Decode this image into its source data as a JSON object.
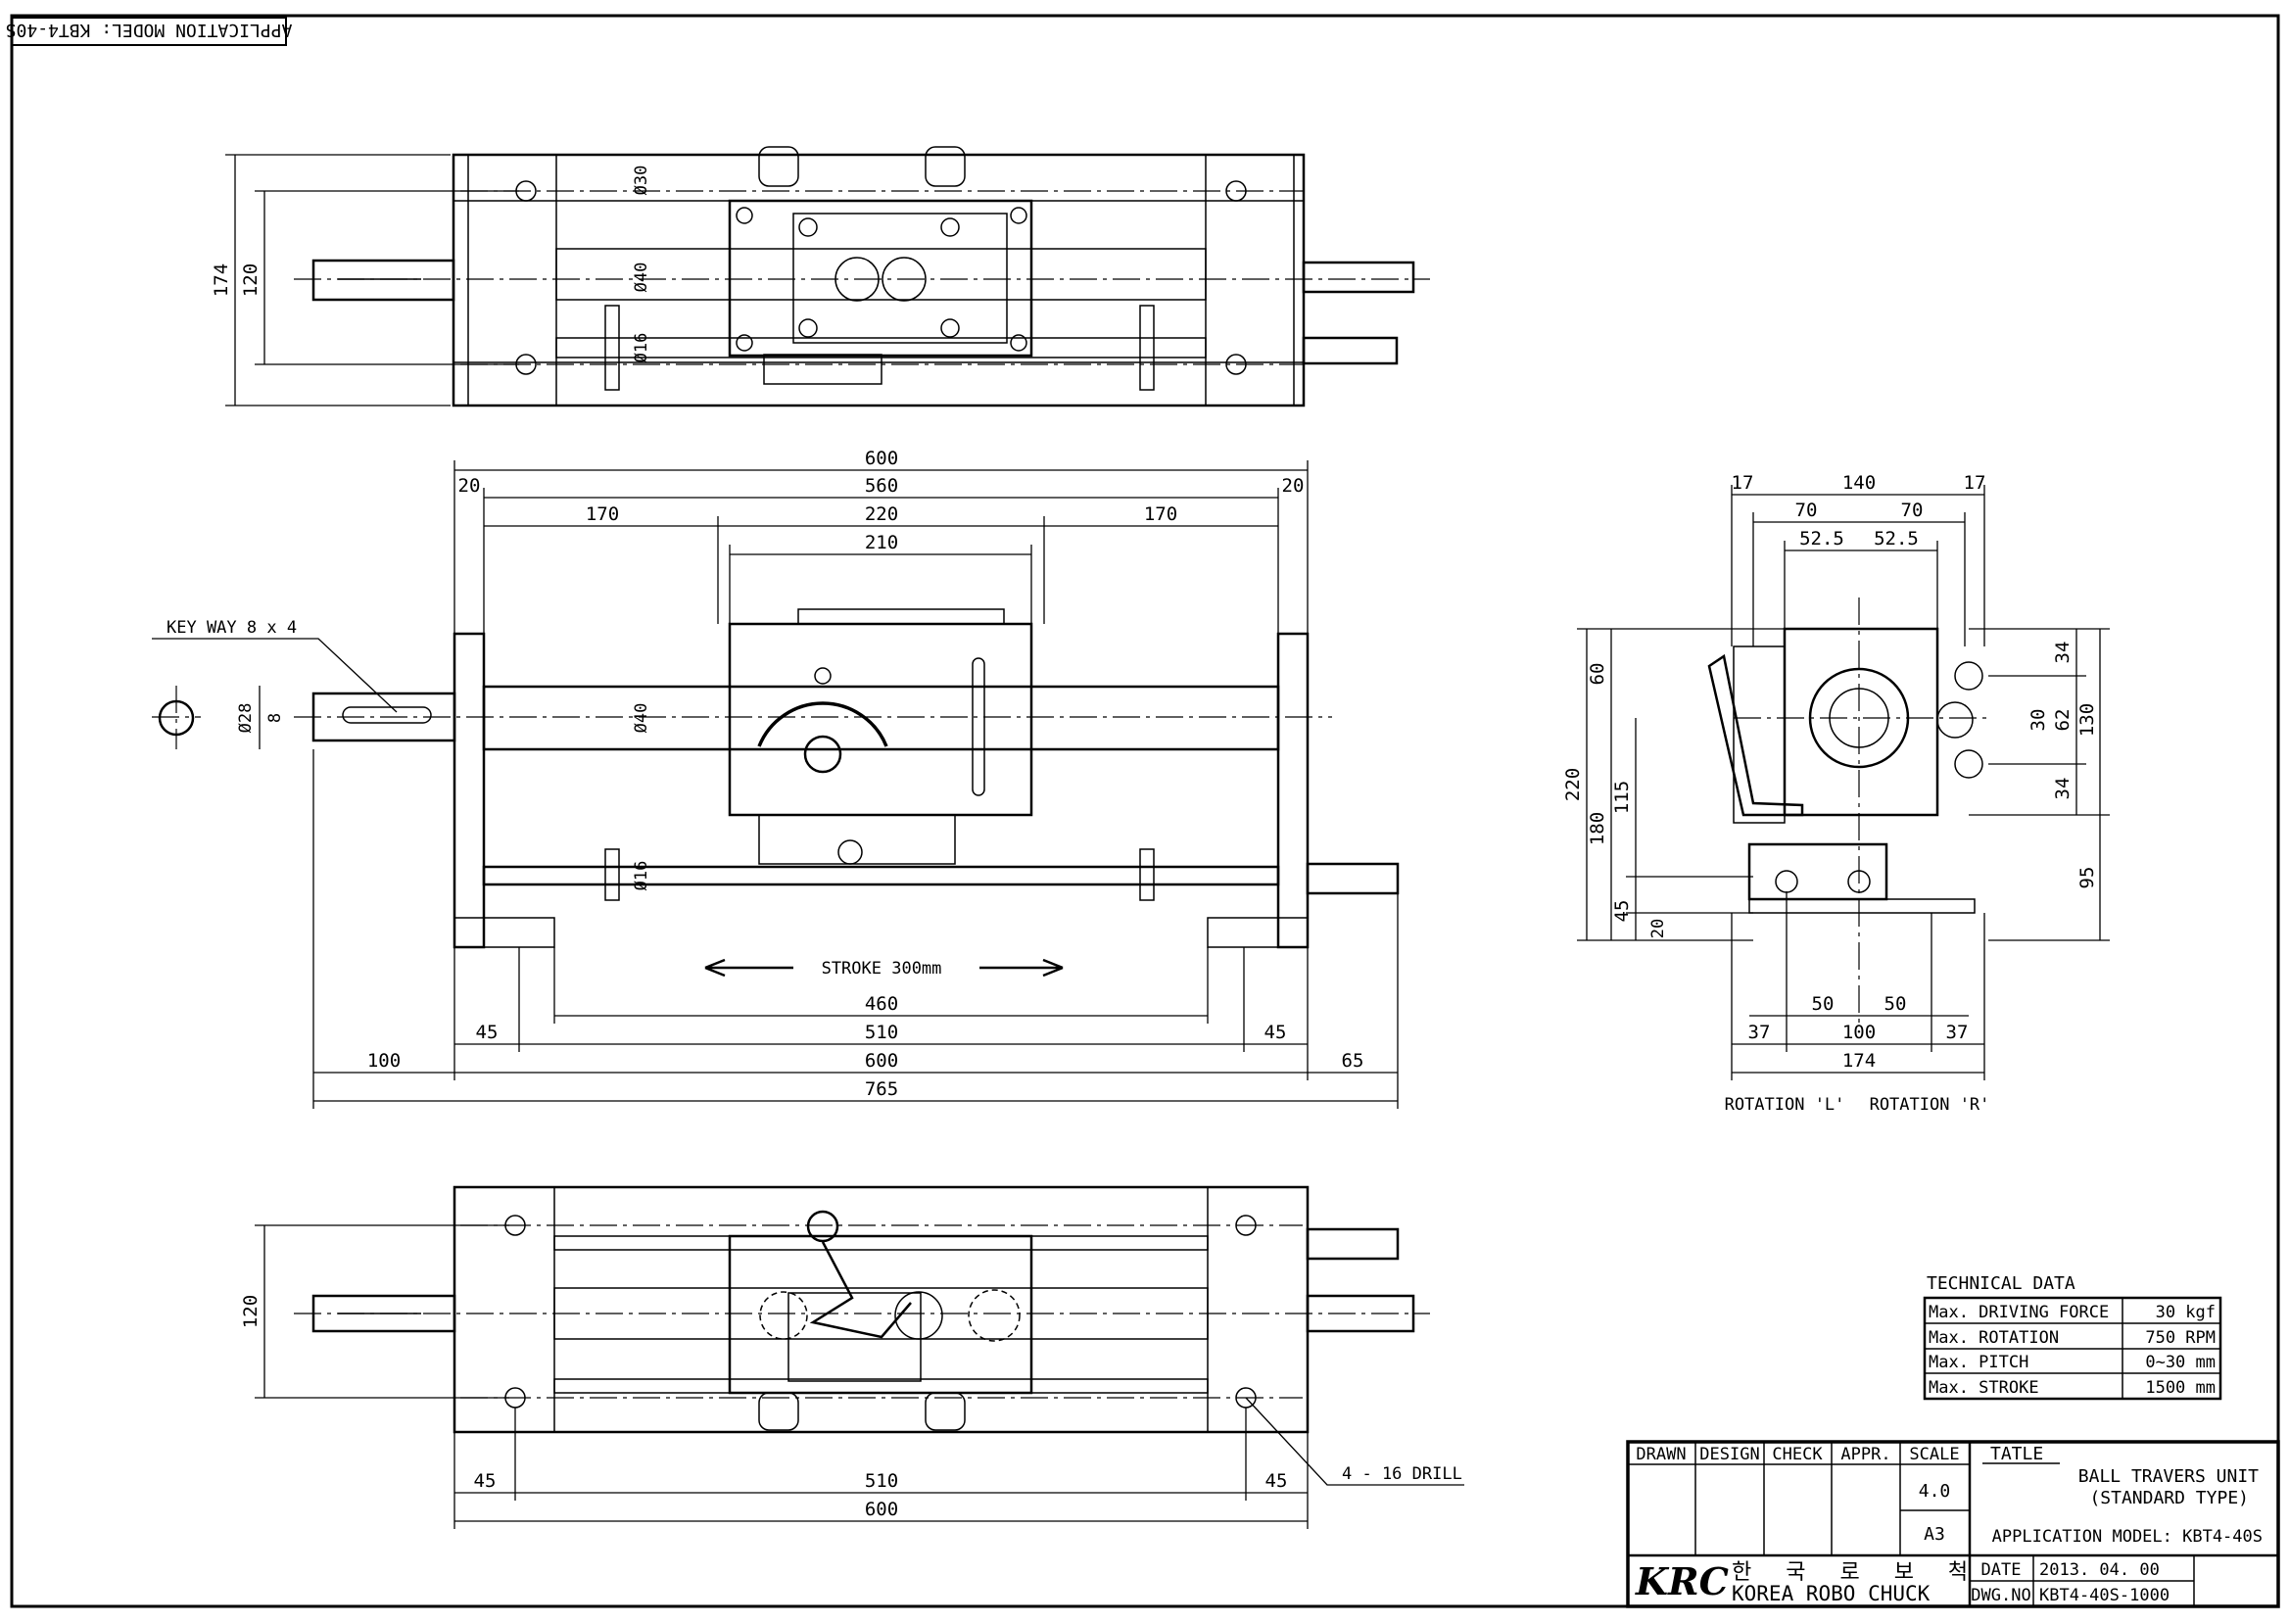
{
  "application_label": "APPLICATION MODEL: KBT4-40S",
  "top_view": {
    "dims": [
      "174",
      "120"
    ],
    "diameters": [
      "Ø30",
      "Ø40",
      "Ø16"
    ]
  },
  "front_view": {
    "dims_top": {
      "overall": "600",
      "inner": "560",
      "left_end": "20",
      "right_end": "20",
      "left": "170",
      "center": "220",
      "right": "170",
      "carriage": "210"
    },
    "keyway": "KEY WAY 8 x 4",
    "shaft_dia": "Ø28",
    "key_w": "8",
    "rail_dia": "Ø40",
    "guide_dia": "Ø16",
    "stroke": "STROKE 300mm",
    "dims_bottom": {
      "d460": "460",
      "d45a": "45",
      "d510": "510",
      "d45b": "45",
      "d100": "100",
      "d600": "600",
      "d65": "65",
      "d765": "765"
    }
  },
  "side_view": {
    "dims_top": {
      "d17a": "17",
      "d140": "140",
      "d17b": "17",
      "d70a": "70",
      "d70b": "70",
      "d525a": "52.5",
      "d525b": "52.5"
    },
    "dims_left": {
      "d220": "220",
      "d60": "60",
      "d180": "180",
      "d115": "115",
      "d45": "45",
      "d20": "20"
    },
    "dims_right": {
      "d34a": "34",
      "d30": "30",
      "d62": "62",
      "d130": "130",
      "d34b": "34",
      "d95": "95"
    },
    "dims_bottom": {
      "d50a": "50",
      "d50b": "50",
      "d37a": "37",
      "d100": "100",
      "d37b": "37",
      "d174": "174"
    },
    "rotation_l": "ROTATION 'L'",
    "rotation_r": "ROTATION 'R'"
  },
  "bottom_view": {
    "dims": {
      "d120": "120",
      "d45a": "45",
      "d510": "510",
      "d45b": "45",
      "d600": "600"
    },
    "drill": "4 - 16 DRILL"
  },
  "technical_data": {
    "title": "TECHNICAL DATA",
    "rows": [
      {
        "label": "Max. DRIVING FORCE",
        "value": "30 kgf"
      },
      {
        "label": "Max. ROTATION",
        "value": "750 RPM"
      },
      {
        "label": "Max. PITCH",
        "value": "0~30 mm"
      },
      {
        "label": "Max. STROKE",
        "value": "1500 mm"
      }
    ]
  },
  "title_block": {
    "headers": [
      "DRAWN",
      "DESIGN",
      "CHECK",
      "APPR.",
      "SCALE"
    ],
    "scale": "4.0",
    "paper": "A3",
    "tatle_label": "TATLE",
    "title_line1": "BALL TRAVERS UNIT",
    "title_line2": "(STANDARD TYPE)",
    "model": "APPLICATION MODEL: KBT4-40S",
    "logo": "KRC",
    "company_kr": "한 국 로 보 척",
    "company_en": "KOREA ROBO CHUCK",
    "date_label": "DATE",
    "date": "2013. 04. 00",
    "dwg_label": "DWG.NO",
    "dwg_no": "KBT4-40S-1000"
  }
}
